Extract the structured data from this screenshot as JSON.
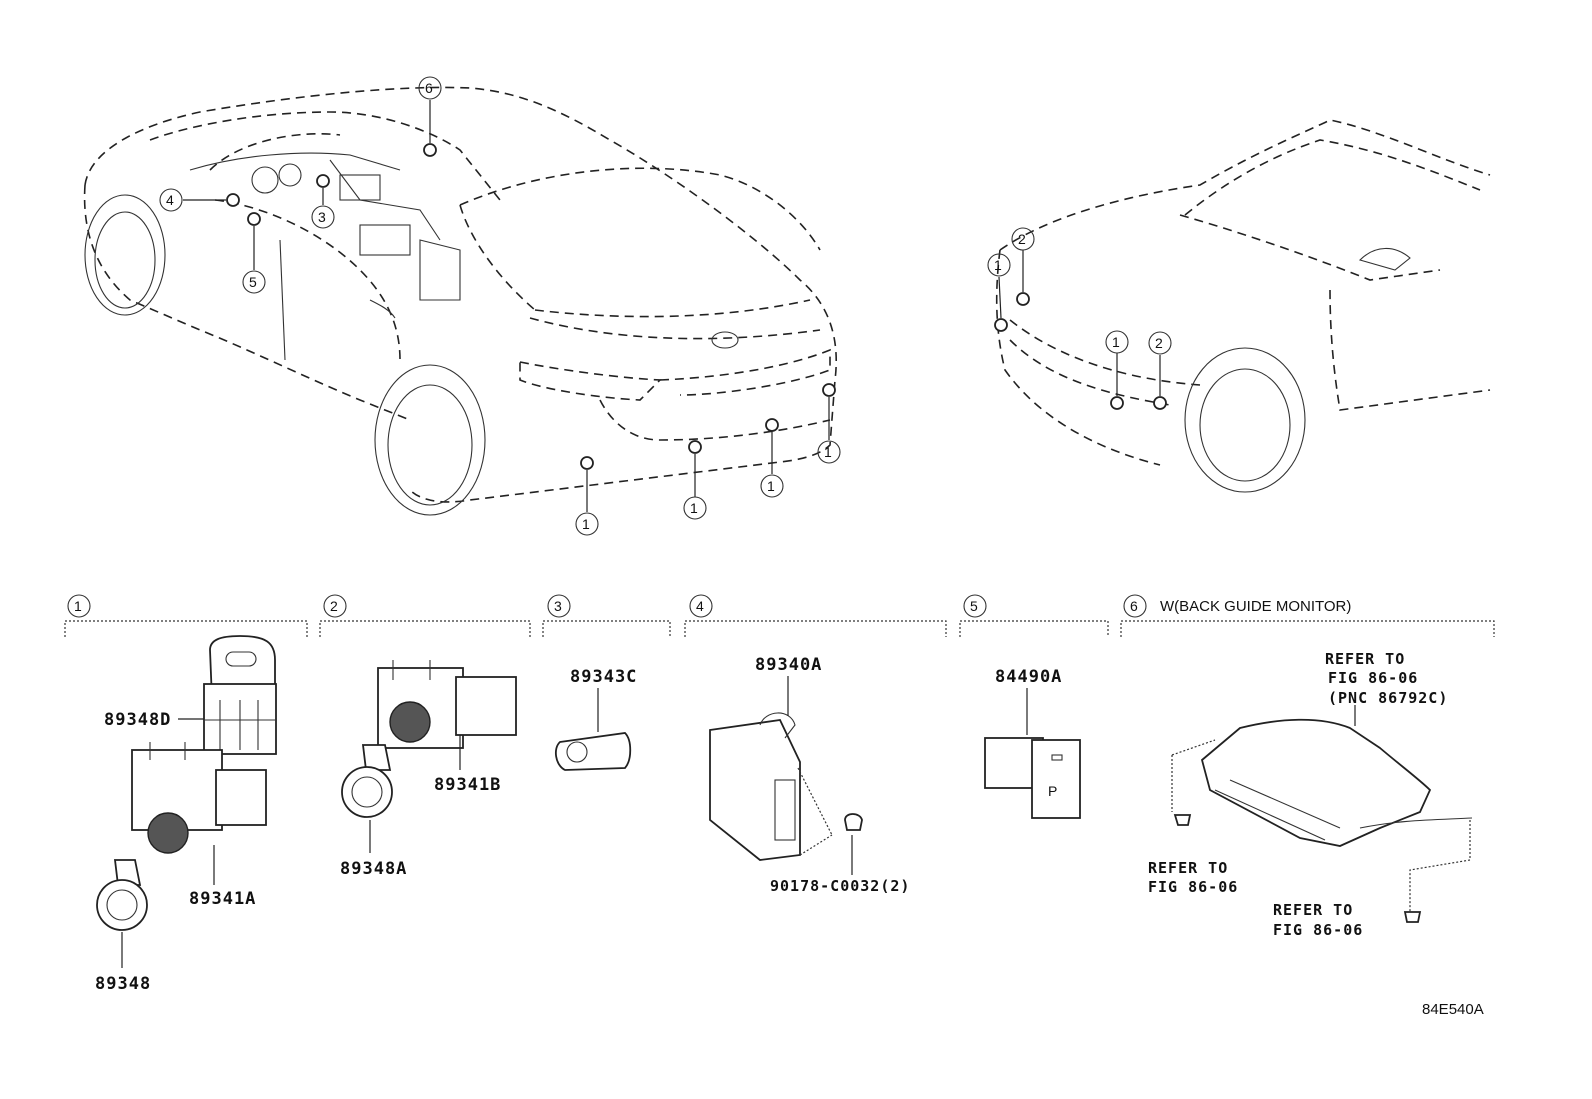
{
  "diagram": {
    "code": "84E540A",
    "callouts": [
      "1",
      "2",
      "3",
      "4",
      "5",
      "6"
    ],
    "sections": [
      {
        "num": "1",
        "title": ""
      },
      {
        "num": "2",
        "title": ""
      },
      {
        "num": "3",
        "title": ""
      },
      {
        "num": "4",
        "title": ""
      },
      {
        "num": "5",
        "title": ""
      },
      {
        "num": "6",
        "title": "W(BACK GUIDE MONITOR)"
      }
    ],
    "parts": {
      "p89348D": "89348D",
      "p89341A": "89341A",
      "p89348": "89348",
      "p89341B": "89341B",
      "p89348A": "89348A",
      "p89343C": "89343C",
      "p89340A": "89340A",
      "p90178": "90178-C0032(2)",
      "p84490A": "84490A"
    },
    "refs": {
      "refer_to": "REFER TO",
      "fig": "FIG 86-06",
      "pnc": "(PNC 86792C)"
    }
  }
}
